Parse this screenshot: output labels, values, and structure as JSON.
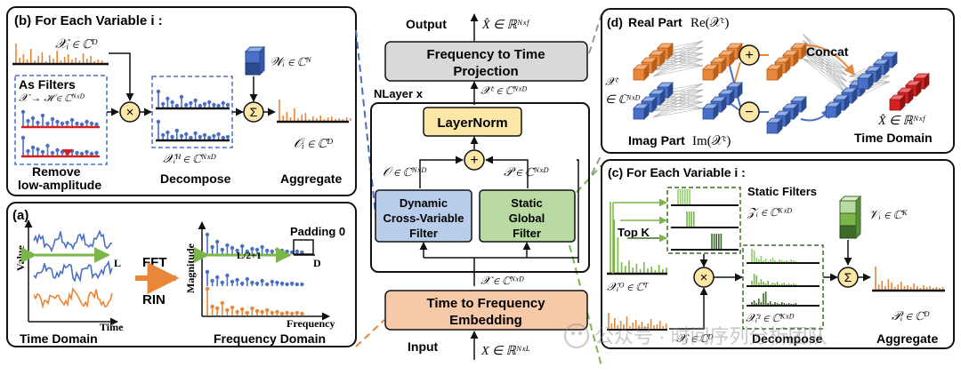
{
  "panel_b": {
    "title": "(b)  For Each Variable i :",
    "x_i": "𝒳ᵢ ∈ ℂᴰ",
    "as_filters": "As Filters",
    "filter_map": "𝒳 → ℋ ∈ ℂᴺˣᴰ",
    "remove1": "Remove",
    "remove2": "low-amplitude",
    "x_h": "𝒳ᵢᴴ ∈ ℂᴺˣᴰ",
    "decompose": "Decompose",
    "w_i": "𝒲ᵢ ∈ ℂᴺ",
    "o_i": "𝒪ᵢ ∈ ℂᴰ",
    "aggregate": "Aggregate"
  },
  "panel_a": {
    "title": "(a)",
    "value": "Value",
    "L": "L",
    "time": "Time",
    "time_domain": "Time Domain",
    "fft": "FFT",
    "rin": "RIN",
    "magnitude": "Magnitude",
    "padding": "Padding 0",
    "L2": "L/2+1",
    "D": "D",
    "frequency": "Frequency",
    "freq_domain": "Frequency Domain"
  },
  "center": {
    "output": "Output",
    "x_hat": "X̂ ∈ ℝᴺˣᶠ",
    "ftp1": "Frequency to Time",
    "ftp2": "Projection",
    "nlayer": "NLayer  x",
    "x_sigma": "𝒳ᶜ ∈ ℂᴺˣᴰ",
    "layernorm": "LayerNorm",
    "o": "𝒪 ∈ ℂᴺˣᴰ",
    "p": "𝒫 ∈ ℂᴺˣᴰ",
    "dyn1": "Dynamic",
    "dyn2": "Cross-Variable",
    "dyn3": "Filter",
    "sta1": "Static",
    "sta2": "Global",
    "sta3": "Filter",
    "x": "𝒳 ∈ ℂᴺˣᴰ",
    "tfe1": "Time to Frequency",
    "tfe2": "Embedding",
    "input": "Input",
    "x_in": "X ∈ ℝᴺˣᴸ"
  },
  "panel_d": {
    "title": "(d)",
    "real": "Real Part",
    "real_math": "Re(𝒳ᶜ)",
    "xs1": "𝒳ᶜ",
    "xs2": "∈ ℂᴺˣᴰ",
    "concat": "Concat",
    "imag": "Imag Part",
    "imag_math": "Im(𝒳ᶜ)",
    "x_hat": "X̂ ∈ ℝᴺˣᶠ",
    "time_domain": "Time Domain"
  },
  "panel_c": {
    "title": "(c)  For Each Variable i :",
    "static_filters": "Static Filters",
    "z_i": "𝒵ᵢ ∈ ℂᴷˣᴰ",
    "v_i": "𝒱ᵢ ∈ ℂᴷ",
    "top_k": "Top K",
    "x_omega": "𝒳ᵢᴼ ∈ ℂᵀ",
    "x_z": "𝒳ᵢᶻ ∈ ℂᴷˣᴰ",
    "x_i": "𝒳ᵢ ∈ ℂᴰ",
    "decompose": "Decompose",
    "p_i": "𝒫ᵢ ∈ ℂᴰ",
    "aggregate": "Aggregate"
  },
  "watermark": "公众号 · 时间序列分析团队",
  "colors": {
    "orange": "#e8873a",
    "blue": "#4a6fc7",
    "green": "#7ab648",
    "dark_green": "#3d6b2a",
    "red": "#d42020",
    "yellow": "#fde7a6",
    "lightblue": "#b7cde9",
    "lightgreen": "#b9dba3",
    "salmon": "#f6c9a9",
    "grey": "#d9d9d9"
  }
}
